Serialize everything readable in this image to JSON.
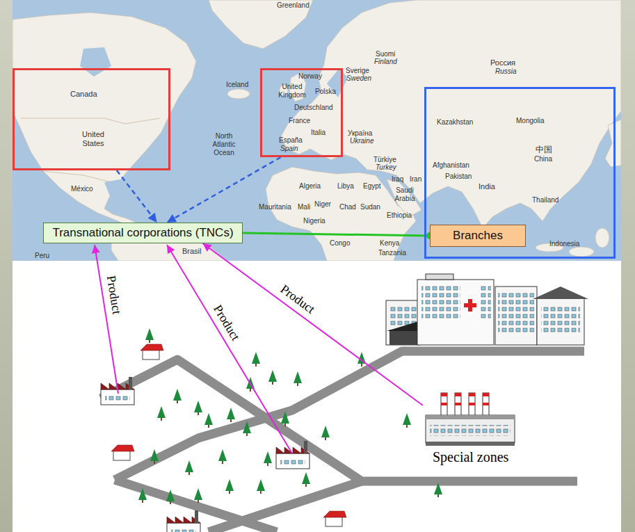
{
  "diagram": {
    "nodes": [
      {
        "text": [
          "Canada",
          "United States"
        ]
      },
      {
        "text": [
          "United Kingdom",
          "Norway",
          "Polska",
          "Deutschland",
          "France",
          "Italia",
          "España",
          "Spain"
        ]
      },
      {
        "text": [
          "Kazakhstan",
          "Mongolia",
          "中国",
          "China",
          "Afghanistan",
          "Pakistan",
          "India",
          "Thailand",
          "Indonesia"
        ]
      },
      {
        "text": [
          "Transnational corporations (TNCs)"
        ]
      },
      {
        "text": [
          "Branches"
        ],
        "in": 2
      },
      {
        "text": [
          "Special zones"
        ]
      }
    ],
    "edges": [
      {
        "from": 0,
        "to": 3,
        "arrow": "to"
      },
      {
        "from": 1,
        "to": 3,
        "arrow": "to"
      },
      {
        "from": 3,
        "to": 4,
        "arrow": "none"
      },
      {
        "from": 5,
        "to": 3,
        "arrow": "to",
        "label": "Product"
      }
    ],
    "labels": [
      "Greenland",
      "Iceland",
      "Suomi",
      "Finland",
      "Sverige",
      "Sweden",
      "Россия",
      "Russia",
      "Україна",
      "Ukraine",
      "Türkiye",
      "Turkey",
      "Iraq",
      "Iran",
      "North Atlantic Ocean",
      "México",
      "Algeria",
      "Libya",
      "Egypt",
      "Saudi Arabia",
      "Mauritania",
      "Mali",
      "Niger",
      "Chad",
      "Sudan",
      "Ethiopia",
      "Nigeria",
      "Congo",
      "Kenya",
      "Tanzania",
      "Brasil",
      "Peru",
      "Product",
      "Product"
    ]
  }
}
